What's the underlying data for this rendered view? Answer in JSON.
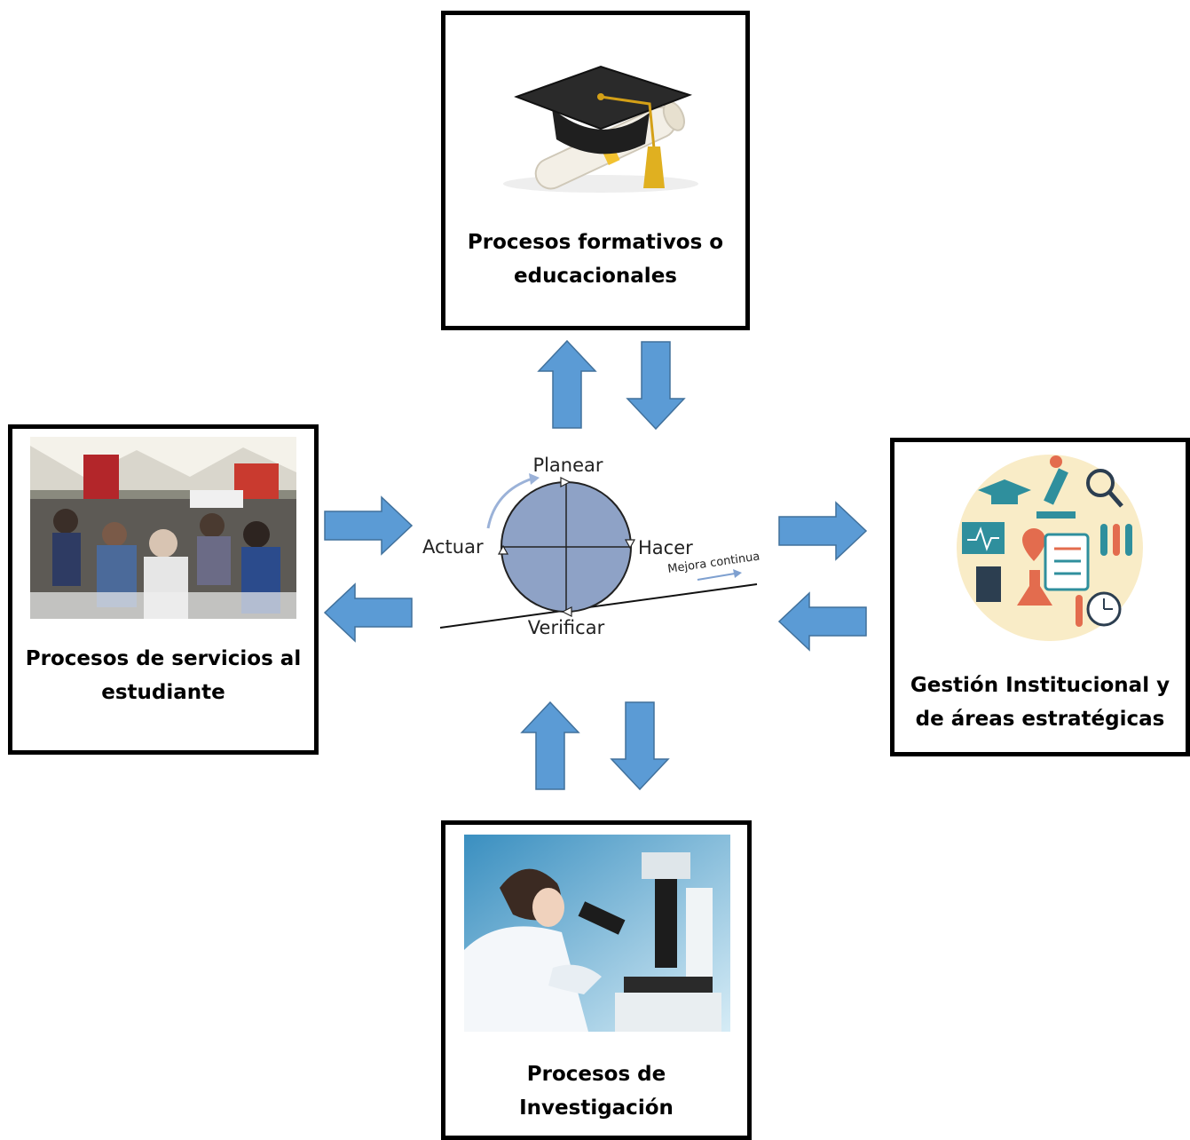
{
  "boxes": {
    "top": {
      "lines": [
        "Procesos formativos o",
        "educacionales"
      ],
      "icon": "graduation-cap-icon"
    },
    "left": {
      "lines": [
        "Procesos de servicios al",
        "estudiante"
      ],
      "icon": "student-services-photo"
    },
    "right": {
      "lines": [
        "Gestión Institucional y",
        "de áreas estratégicas"
      ],
      "icon": "strategic-management-icon"
    },
    "bottom": {
      "lines": [
        "Procesos de",
        "Investigación"
      ],
      "icon": "microscope-research-photo"
    }
  },
  "cycle": {
    "steps": {
      "top": "Planear",
      "right": "Hacer",
      "bottom": "Verificar",
      "left": "Actuar"
    },
    "slope_label": "Mejora continua"
  },
  "colors": {
    "arrow": "#5b9bd5",
    "arrow_stroke": "#41719c",
    "circle": "#8ea2c6",
    "border": "#000000"
  }
}
